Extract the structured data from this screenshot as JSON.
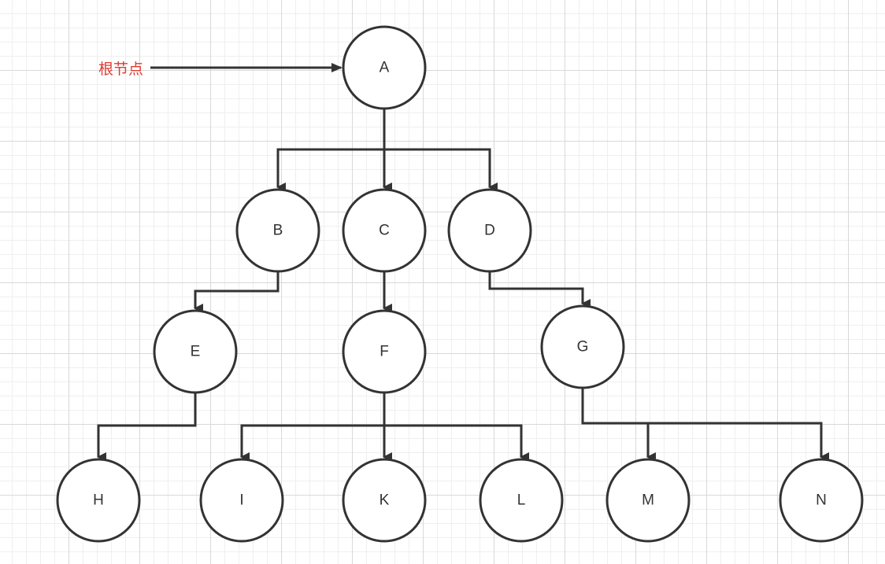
{
  "root_annotation": {
    "text": "根节点",
    "color": "#e03b2f"
  },
  "nodes": {
    "A": {
      "label": "A"
    },
    "B": {
      "label": "B"
    },
    "C": {
      "label": "C"
    },
    "D": {
      "label": "D"
    },
    "E": {
      "label": "E"
    },
    "F": {
      "label": "F"
    },
    "G": {
      "label": "G"
    },
    "H": {
      "label": "H"
    },
    "I": {
      "label": "I"
    },
    "K": {
      "label": "K"
    },
    "L": {
      "label": "L"
    },
    "M": {
      "label": "M"
    },
    "N": {
      "label": "N"
    }
  },
  "edges": [
    [
      "A",
      "B"
    ],
    [
      "A",
      "C"
    ],
    [
      "A",
      "D"
    ],
    [
      "B",
      "E"
    ],
    [
      "C",
      "F"
    ],
    [
      "D",
      "G"
    ],
    [
      "E",
      "H"
    ],
    [
      "F",
      "I"
    ],
    [
      "F",
      "K"
    ],
    [
      "F",
      "L"
    ],
    [
      "G",
      "M"
    ],
    [
      "G",
      "N"
    ]
  ],
  "colors": {
    "stroke": "#333333",
    "annotation": "#e03b2f"
  }
}
